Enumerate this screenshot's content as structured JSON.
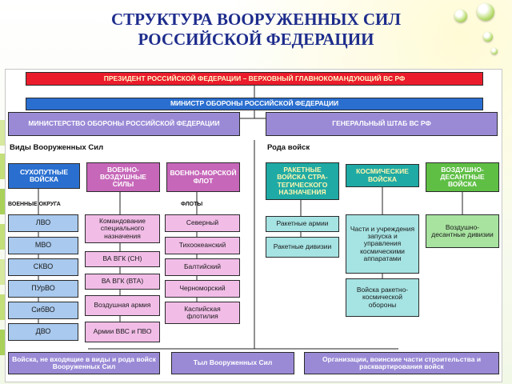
{
  "title": {
    "line1": "СТРУКТУРА ВООРУЖЕННЫХ СИЛ",
    "line2": "РОССИЙСКОЙ ФЕДЕРАЦИИ"
  },
  "top": {
    "president": "ПРЕЗИДЕНТ РОССИЙСКОЙ ФЕДЕРАЦИИ – ВЕРХОВНЫЙ ГЛАВНОКОМАНДУЮЩИЙ ВС РФ",
    "minister": "МИНИСТР ОБОРОНЫ РОССИЙСКОЙ ФЕДЕРАЦИИ",
    "ministry": "МИНИСТЕРСТВО ОБОРОНЫ РОССИЙСКОЙ ФЕДЕРАЦИИ",
    "general_staff": "ГЕНЕРАЛЬНЫЙ ШТАБ ВС РФ"
  },
  "headings": {
    "branches": "Виды Вооруженных Сил",
    "arms": "Рода войск",
    "districts": "ВОЕННЫЕ ОКРУГА",
    "fleets": "ФЛОТЫ"
  },
  "branches": {
    "ground": "СУХОПУТНЫЕ ВОЙСКА",
    "air": "ВОЕННО-ВОЗДУШНЫЕ СИЛЫ",
    "navy": "ВОЕННО-МОРСКОЙ ФЛОТ",
    "rvsn": "РАКЕТНЫЕ ВОЙСКА СТРА-ТЕГИЧЕСКОГО НАЗНАЧЕНИЯ",
    "space": "КОСМИЧЕСКИЕ ВОЙСКА",
    "airborne": "ВОЗДУШНО-ДЕСАНТНЫЕ ВОЙСКА"
  },
  "districts": [
    "ЛВО",
    "МВО",
    "СКВО",
    "ПУрВО",
    "СибВО",
    "ДВО"
  ],
  "air_units": [
    "Командование специального назначения",
    "ВА ВГК (СН)",
    "ВА ВГК (ВТА)",
    "Воздушная армия",
    "Армии ВВС и ПВО"
  ],
  "fleets": [
    "Северный",
    "Тихоокеанский",
    "Балтийский",
    "Черноморский",
    "Каспийская флотилия"
  ],
  "rvsn_units": [
    "Ракетные армии",
    "Ракетные дивизии"
  ],
  "space_units": [
    "Части и учреждения запуска и управления космическими аппаратами",
    "Войска ракетно-космической обороны"
  ],
  "airborne_units": [
    "Воздушно-десантные дивизии"
  ],
  "bottom": {
    "other_troops": "Войска, не входящие в виды и рода войск Вооруженных Сил",
    "rear": "Тыл Вооруженных Сил",
    "construction": "Организации, воинские части строительства и расквартирования войск"
  }
}
